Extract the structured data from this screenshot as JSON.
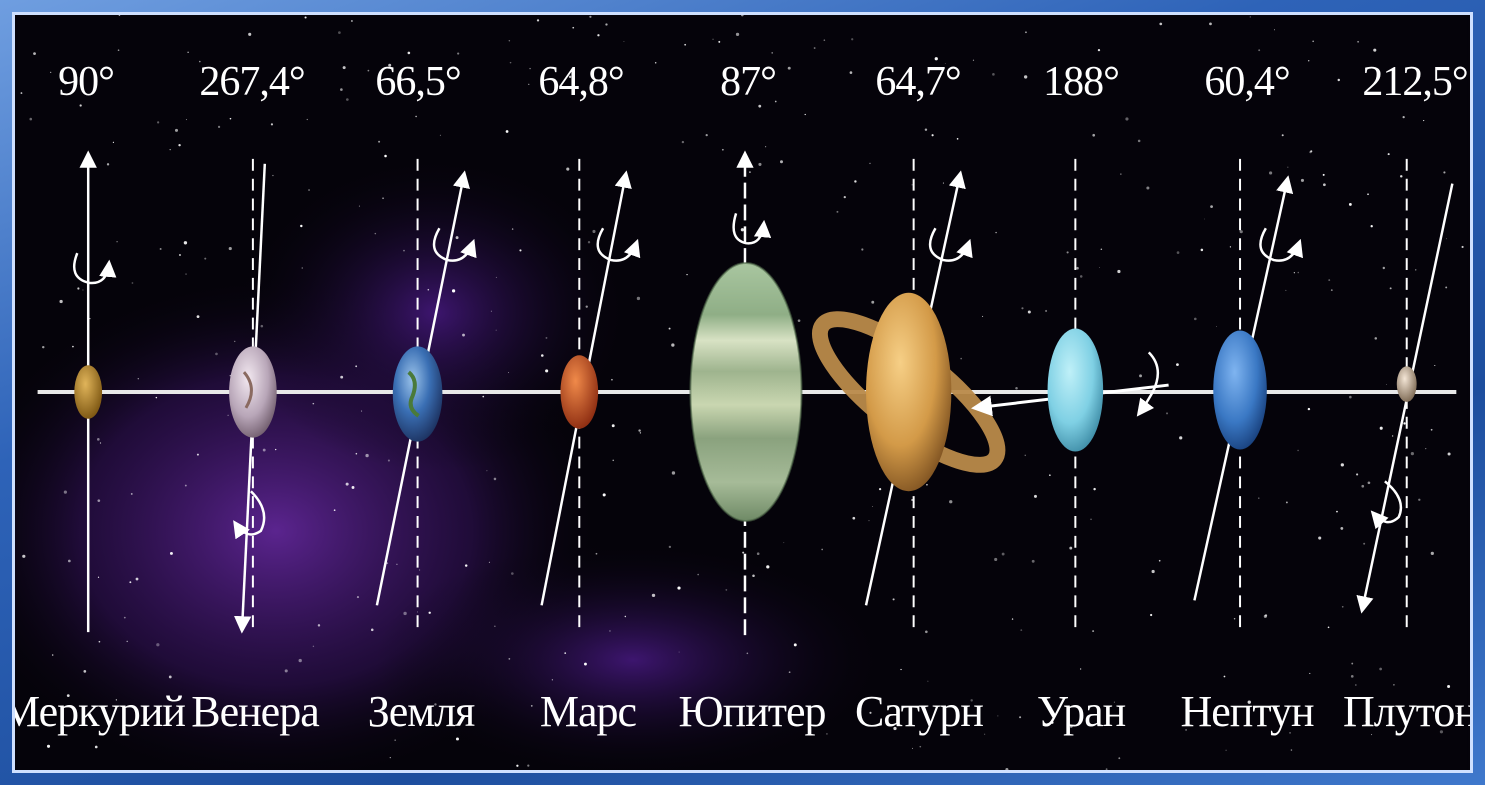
{
  "planets": [
    {
      "name": "Меркурий",
      "tilt": "90°"
    },
    {
      "name": "Венера",
      "tilt": "267,4°"
    },
    {
      "name": "Земля",
      "tilt": "66,5°"
    },
    {
      "name": "Марс",
      "tilt": "64,8°"
    },
    {
      "name": "Юпитер",
      "tilt": "87°"
    },
    {
      "name": "Сатурн",
      "tilt": "64,7°"
    },
    {
      "name": "Уран",
      "tilt": "188°"
    },
    {
      "name": "Нептун",
      "tilt": "60,4°"
    },
    {
      "name": "Плутон",
      "tilt": "212,5°"
    }
  ],
  "colors": {
    "background": "#05030a",
    "nebula": "#5a1f8c",
    "axis_line": "#ffffff",
    "frame": "#1d4e9e"
  }
}
